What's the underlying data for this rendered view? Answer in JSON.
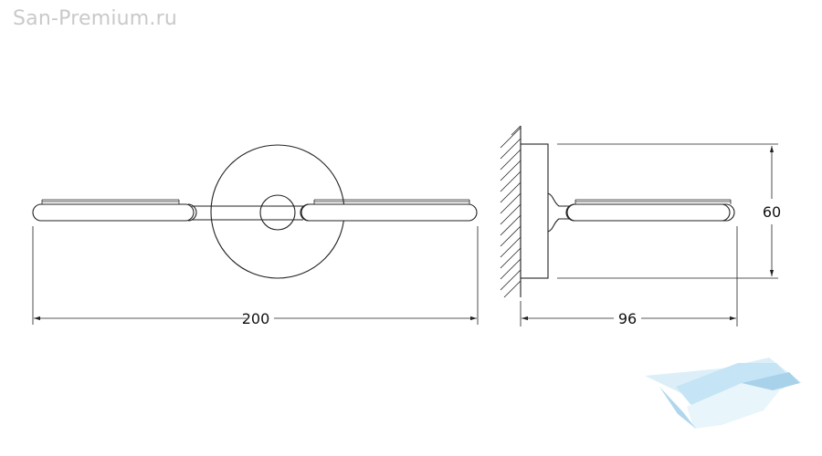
{
  "watermark": "San-Premium.ru",
  "dimensions": {
    "front_width": "200",
    "side_depth": "96",
    "side_height": "60"
  },
  "colors": {
    "line": "#222222",
    "watermark": "#c9c9c9",
    "logo_light": "#d6ecf7",
    "logo_mid": "#a9d3ec"
  }
}
